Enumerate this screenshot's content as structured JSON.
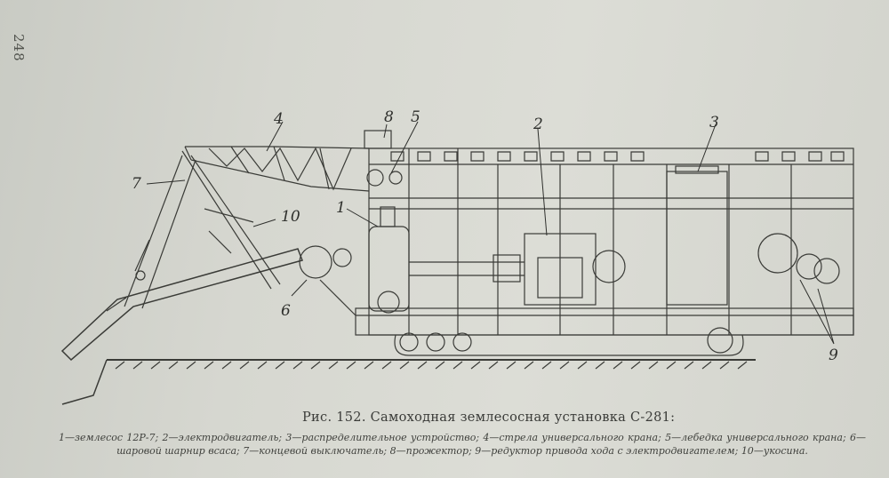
{
  "page": {
    "number": "248"
  },
  "figure": {
    "caption": "Рис. 152. Самоходная землесосная установка С-281:",
    "callouts": [
      "1",
      "2",
      "3",
      "4",
      "5",
      "6",
      "7",
      "8",
      "9",
      "10"
    ],
    "legend": [
      {
        "num": "1",
        "text": "—землесос 12Р-7;"
      },
      {
        "num": "2",
        "text": "—электродвигатель;"
      },
      {
        "num": "3",
        "text": "—распределительное устройство;"
      },
      {
        "num": "4",
        "text": "—стрела универсального крана;"
      },
      {
        "num": "5",
        "text": "—лебедка универсального крана;"
      },
      {
        "num": "6",
        "text": "—шаровой шарнир всаса;"
      },
      {
        "num": "7",
        "text": "—концевой выключатель;"
      },
      {
        "num": "8",
        "text": "—прожектор;"
      },
      {
        "num": "9",
        "text": "—редуктор привода хода с электродвигателем;"
      },
      {
        "num": "10",
        "text": "—укосина."
      }
    ]
  }
}
